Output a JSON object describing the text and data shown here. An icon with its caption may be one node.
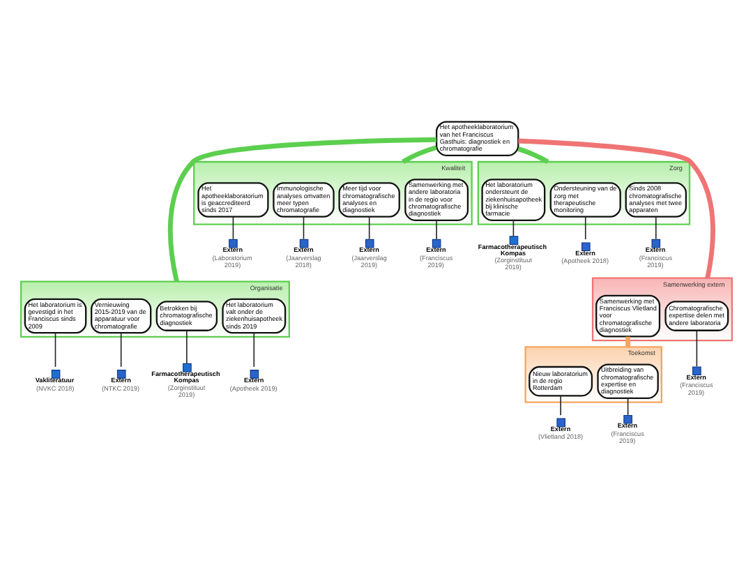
{
  "diagram": {
    "nodes": [
      {
        "text": [
          "Het apotheeklaboratorium van het Franciscus Gasthuis: diagnostiek en chromatografie"
        ]
      },
      {
        "text": [
          "Kwaliteit"
        ]
      },
      {
        "text": [
          "Het apotheeklaboratorium is geaccrediteerd sinds 2017"
        ],
        "in": 1
      },
      {
        "text": [
          "Immunologische analyses omvatten meer typen chromatografie"
        ],
        "in": 1
      },
      {
        "text": [
          "Meer tijd voor chromatografische analyses en diagnostiek"
        ],
        "in": 1
      },
      {
        "text": [
          "Samenwerking met andere laboratoria in de regio voor chromatografische diagnostiek"
        ],
        "in": 1
      },
      {
        "text": [
          "Zorg"
        ]
      },
      {
        "text": [
          "Het laboratorium ondersteunt de ziekenhuisapotheek bij klinische farmacie"
        ],
        "in": 6
      },
      {
        "text": [
          "Ondersteuning van de zorg met therapeutische monitoring"
        ],
        "in": 6
      },
      {
        "text": [
          "Sinds 2008 chromatografische analyses met twee apparaten"
        ],
        "in": 6
      },
      {
        "text": [
          "Organisatie"
        ]
      },
      {
        "text": [
          "Het laboratorium is gevestigd in het Franciscus sinds 2009"
        ],
        "in": 10
      },
      {
        "text": [
          "Vernieuwing 2015-2019 van de apparatuur voor chromatografie"
        ],
        "in": 10
      },
      {
        "text": [
          "Betrokken bij chromatografische diagnostiek"
        ],
        "in": 10
      },
      {
        "text": [
          "Het laboratorium valt onder de ziekenhuisapotheek sinds 2019"
        ],
        "in": 10
      },
      {
        "text": [
          "Samenwerking extern"
        ]
      },
      {
        "text": [
          "Samenwerking met Franciscus Vlietland voor chromatografische diagnostiek"
        ],
        "in": 15
      },
      {
        "text": [
          "Chromatografische expertise delen met andere laboratoria"
        ],
        "in": 15
      },
      {
        "text": [
          "Toekomst"
        ]
      },
      {
        "text": [
          "Nieuw laboratorium in de regio Rotterdam"
        ],
        "in": 18
      },
      {
        "text": [
          "Uitbreiding van chromatografische expertise en diagnostiek"
        ],
        "in": 18
      },
      {
        "text": [
          "Extern",
          "(Laboratorium 2019)"
        ]
      },
      {
        "text": [
          "Extern",
          "(Jaarverslag 2018)"
        ]
      },
      {
        "text": [
          "Extern",
          "(Jaarverslag 2019)"
        ]
      },
      {
        "text": [
          "Extern",
          "(Franciscus 2019)"
        ]
      },
      {
        "text": [
          "Farmacotherapeutisch Kompas",
          "(Zorginstituut 2019)"
        ]
      },
      {
        "text": [
          "Extern",
          "(Apotheek 2018)"
        ]
      },
      {
        "text": [
          "Extern",
          "(Franciscus 2019)"
        ]
      },
      {
        "text": [
          "Vakliteratuur",
          "(NVKC 2018)"
        ]
      },
      {
        "text": [
          "Extern",
          "(NTKC 2019)"
        ]
      },
      {
        "text": [
          "Farmacotherapeutisch Kompas",
          "(Zorginstituut 2019)"
        ]
      },
      {
        "text": [
          "Extern",
          "(Apotheek 2019)"
        ]
      },
      {
        "text": [
          "Extern",
          "(Franciscus 2019)"
        ]
      },
      {
        "text": [
          "Extern",
          "(Vlietland 2018)"
        ]
      },
      {
        "text": [
          "Extern",
          "(Franciscus 2019)"
        ]
      }
    ],
    "edges": [
      {
        "from": 0,
        "to": 1,
        "arrow": "none",
        "style": "thick",
        "color": "#5ccf4f"
      },
      {
        "from": 0,
        "to": 6,
        "arrow": "none",
        "style": "thick",
        "color": "#5ccf4f"
      },
      {
        "from": 0,
        "to": 10,
        "arrow": "none",
        "style": "thick",
        "color": "#5ccf4f"
      },
      {
        "from": 0,
        "to": 15,
        "arrow": "none",
        "style": "thick",
        "color": "#f07474"
      },
      {
        "from": 16,
        "to": 18,
        "arrow": "none",
        "style": "thick",
        "color": "#f5a55e"
      },
      {
        "from": 2,
        "to": 21,
        "arrow": "none"
      },
      {
        "from": 3,
        "to": 22,
        "arrow": "none"
      },
      {
        "from": 4,
        "to": 23,
        "arrow": "none"
      },
      {
        "from": 5,
        "to": 24,
        "arrow": "none"
      },
      {
        "from": 7,
        "to": 25,
        "arrow": "none"
      },
      {
        "from": 8,
        "to": 26,
        "arrow": "none"
      },
      {
        "from": 9,
        "to": 27,
        "arrow": "none"
      },
      {
        "from": 11,
        "to": 28,
        "arrow": "none"
      },
      {
        "from": 12,
        "to": 29,
        "arrow": "none"
      },
      {
        "from": 13,
        "to": 30,
        "arrow": "none"
      },
      {
        "from": 14,
        "to": 31,
        "arrow": "none"
      },
      {
        "from": 17,
        "to": 32,
        "arrow": "none"
      },
      {
        "from": 19,
        "to": 33,
        "arrow": "none"
      },
      {
        "from": 20,
        "to": 34,
        "arrow": "none"
      }
    ]
  }
}
